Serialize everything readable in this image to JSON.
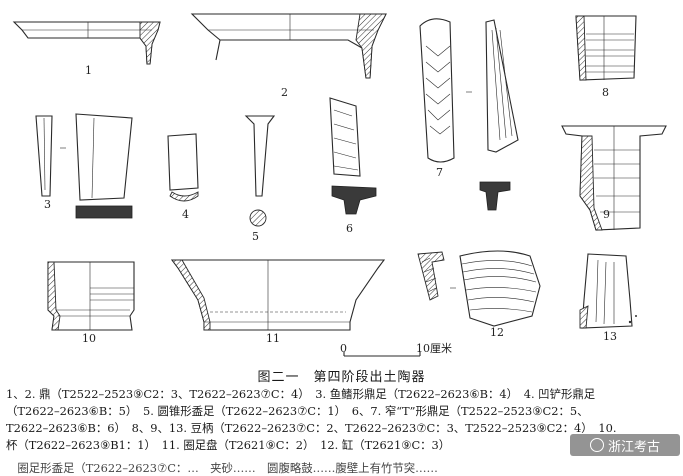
{
  "figure": {
    "labels": {
      "n1": "1",
      "n2": "2",
      "n3": "3",
      "n4": "4",
      "n5": "5",
      "n6": "6",
      "n7": "7",
      "n8": "8",
      "n9": "9",
      "n10": "10",
      "n11": "11",
      "n12": "12",
      "n13": "13"
    },
    "scale": {
      "zero": "0",
      "end": "10厘米"
    }
  },
  "caption": {
    "title": "图二一　第四阶段出土陶器",
    "lines": [
      "1、2. 鼎（T2522–2523⑨C2：3、T2622–2623⑦C：4）　3. 鱼鳍形鼎足（T2622–2623⑥B：4）　4. 凹铲形鼎足",
      "（T2622–2623⑥B：5）　5. 圆锥形盉足（T2622–2623⑦C：1）　6、7. 窄“T”形鼎足（T2522–2523⑨C2：5、",
      "T2622–2623⑥B：6）　8、9、13. 豆柄（T2622–2623⑦C：2、T2622–2623⑦C：3、T2522–2523⑨C2：4）　10.",
      "杯（T2622–2623⑨B1：1）　11. 圈足盘（T2621⑨C：2）　12. 缸（T2621⑨C：3）"
    ],
    "cut_line": "　圈足形盉足（T2622–2623⑦C：…　夹砂……　圆腹略鼓……腹壁上有竹节突……"
  },
  "watermark": {
    "text": "浙江考古"
  }
}
